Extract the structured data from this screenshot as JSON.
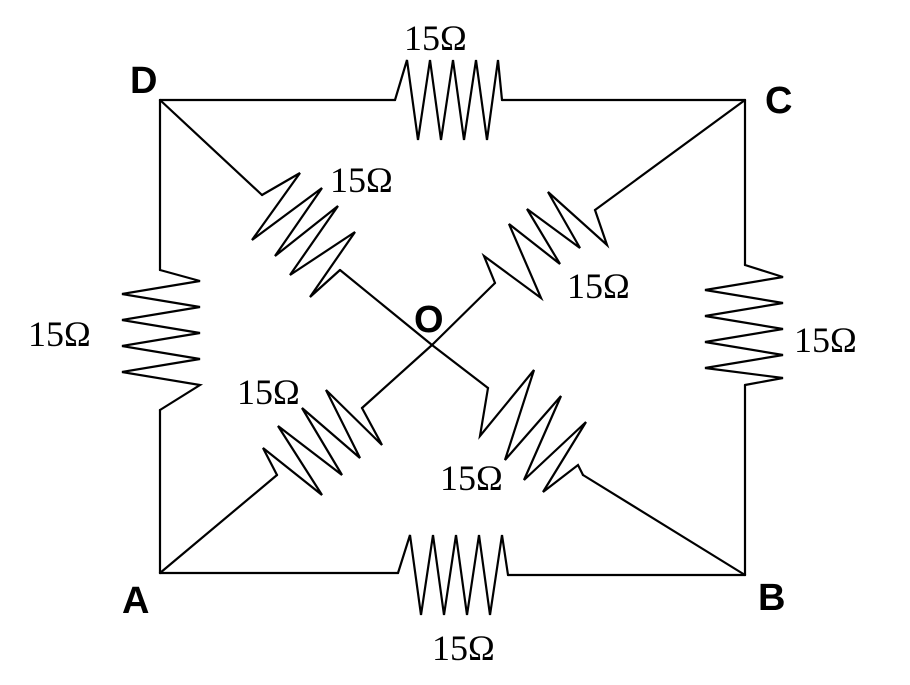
{
  "nodes": {
    "A": "A",
    "B": "B",
    "C": "C",
    "D": "D",
    "O": "O"
  },
  "resistors": {
    "top": "15Ω",
    "bottom": "15Ω",
    "left": "15Ω",
    "right": "15Ω",
    "d_to_o": "15Ω",
    "o_to_c": "15Ω",
    "a_to_o": "15Ω",
    "o_to_b": "15Ω"
  }
}
